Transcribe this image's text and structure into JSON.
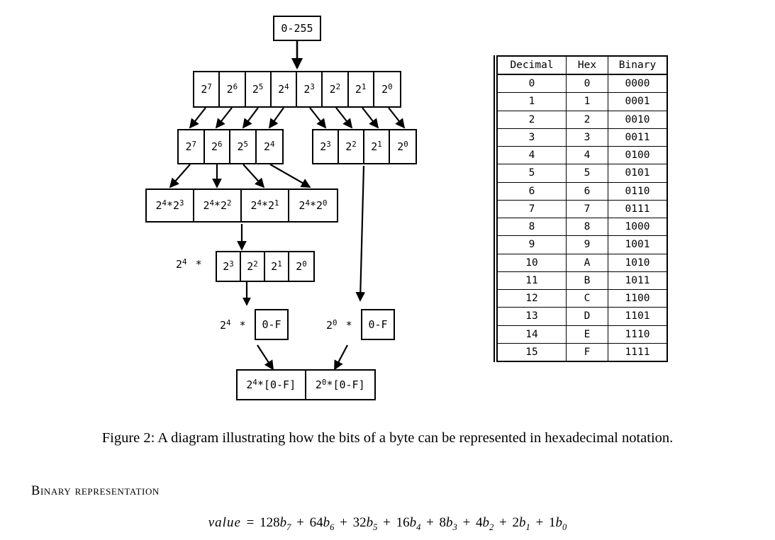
{
  "figure": {
    "caption": "Figure 2: A diagram illustrating how the bits of a byte can be represented in hexadecimal notation.",
    "source_box": {
      "label": "0-255"
    },
    "byte_row": {
      "cells": [
        "2^7",
        "2^6",
        "2^5",
        "2^4",
        "2^3",
        "2^2",
        "2^1",
        "2^0"
      ],
      "bases": [
        "2",
        "2",
        "2",
        "2",
        "2",
        "2",
        "2",
        "2"
      ],
      "exponents": [
        "7",
        "6",
        "5",
        "4",
        "3",
        "2",
        "1",
        "0"
      ]
    },
    "high_nibble_row": {
      "bases": [
        "2",
        "2",
        "2",
        "2"
      ],
      "exponents": [
        "7",
        "6",
        "5",
        "4"
      ]
    },
    "low_nibble_row": {
      "bases": [
        "2",
        "2",
        "2",
        "2"
      ],
      "exponents": [
        "3",
        "2",
        "1",
        "0"
      ]
    },
    "product_row": {
      "cells": [
        "2^4*2^3",
        "2^4*2^2",
        "2^4*2^1",
        "2^4*2^0"
      ],
      "left_base": "2",
      "left_exponent": "4",
      "operator": "*",
      "right_bases": [
        "2",
        "2",
        "2",
        "2"
      ],
      "right_exponents": [
        "3",
        "2",
        "1",
        "0"
      ]
    },
    "factored_row": {
      "factor_base": "2",
      "factor_exponent": "4",
      "operator": "*",
      "bases": [
        "2",
        "2",
        "2",
        "2"
      ],
      "exponents": [
        "3",
        "2",
        "1",
        "0"
      ]
    },
    "hex_digit_row": {
      "high": {
        "base": "2",
        "exponent": "4",
        "operator": "*",
        "box_label": "0-F"
      },
      "low": {
        "base": "2",
        "exponent": "0",
        "operator": "*",
        "box_label": "0-F"
      }
    },
    "result_row": {
      "high": {
        "base": "2",
        "exponent": "4",
        "suffix": "*[0-F]"
      },
      "low": {
        "base": "2",
        "exponent": "0",
        "suffix": "*[0-F]"
      }
    }
  },
  "hex_table": {
    "headers": [
      "Decimal",
      "Hex",
      "Binary"
    ],
    "rows": [
      [
        "0",
        "0",
        "0000"
      ],
      [
        "1",
        "1",
        "0001"
      ],
      [
        "2",
        "2",
        "0010"
      ],
      [
        "3",
        "3",
        "0011"
      ],
      [
        "4",
        "4",
        "0100"
      ],
      [
        "5",
        "5",
        "0101"
      ],
      [
        "6",
        "6",
        "0110"
      ],
      [
        "7",
        "7",
        "0111"
      ],
      [
        "8",
        "8",
        "1000"
      ],
      [
        "9",
        "9",
        "1001"
      ],
      [
        "10",
        "A",
        "1010"
      ],
      [
        "11",
        "B",
        "1011"
      ],
      [
        "12",
        "C",
        "1100"
      ],
      [
        "13",
        "D",
        "1101"
      ],
      [
        "14",
        "E",
        "1110"
      ],
      [
        "15",
        "F",
        "1111"
      ]
    ]
  },
  "section": {
    "heading": "Binary representation",
    "formula": {
      "lhs": "value",
      "equals": "=",
      "terms": [
        {
          "coefficient": "128",
          "bit": "b",
          "index": "7"
        },
        {
          "coefficient": "64",
          "bit": "b",
          "index": "6"
        },
        {
          "coefficient": "32",
          "bit": "b",
          "index": "5"
        },
        {
          "coefficient": "16",
          "bit": "b",
          "index": "4"
        },
        {
          "coefficient": "8",
          "bit": "b",
          "index": "3"
        },
        {
          "coefficient": "4",
          "bit": "b",
          "index": "2"
        },
        {
          "coefficient": "2",
          "bit": "b",
          "index": "1"
        },
        {
          "coefficient": "1",
          "bit": "b",
          "index": "0"
        }
      ],
      "plus": "+"
    }
  },
  "colors": {
    "background": "#ffffff",
    "ink": "#000000"
  }
}
